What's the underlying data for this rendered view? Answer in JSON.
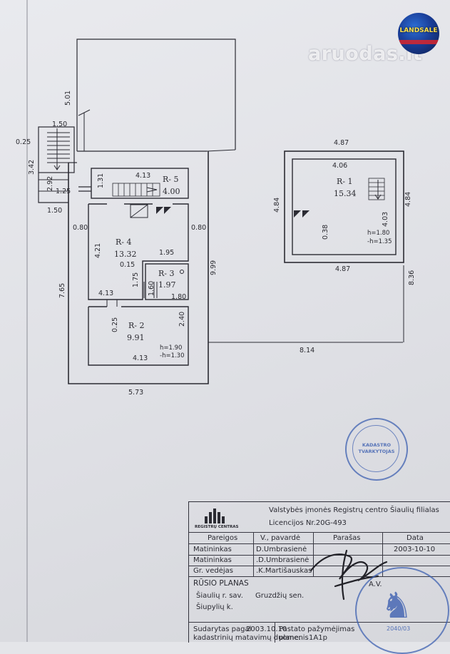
{
  "watermark": {
    "text": "aruodas.lt",
    "badge": "LANDSALE"
  },
  "plan": {
    "rooms": [
      {
        "id": "R- 5",
        "area": "4.00"
      },
      {
        "id": "R- 4",
        "area": "13.32"
      },
      {
        "id": "R- 3",
        "area": "1.97"
      },
      {
        "id": "R- 2",
        "area": "9.91",
        "h": "h=1.90",
        "h2": "-h=1.30"
      },
      {
        "id": "R- 1",
        "area": "15.34",
        "h": "h=1.80",
        "h2": "-h=1.35"
      }
    ],
    "dims": {
      "d501": "5.01",
      "d150a": "1.50",
      "d025a": "0.25",
      "d342": "3.42",
      "d292": "2.92",
      "d125": "1.25",
      "d150b": "1.50",
      "d413a": "4.13",
      "d131": "1.31",
      "d080a": "0.80",
      "d080b": "0.80",
      "d421": "4.21",
      "d195": "1.95",
      "d015": "0.15",
      "d175": "1.75",
      "d160": "1.60",
      "d180": "1.80",
      "d413b": "4.13",
      "d765": "7.65",
      "d999": "9.99",
      "d025b": "0.25",
      "d240": "2.40",
      "d413c": "4.13",
      "d573": "5.73",
      "d487a": "4.87",
      "d406": "4.06",
      "d484a": "4.84",
      "d484b": "4.84",
      "d403": "4.03",
      "d038": "0.38",
      "d487b": "4.87",
      "d836": "8.36",
      "d814": "8.14"
    }
  },
  "stamp_text": {
    "line1": "KADASTRO",
    "line2": "TVARKYTOJAS",
    "year": "2040/03"
  },
  "title_block": {
    "logo_caption": "REGISTRŲ CENTRAS",
    "org": "Valstybės įmonės Registrų centro Šiaulių filialas",
    "license": "Licencijos Nr.20G-493",
    "headers": {
      "role": "Pareigos",
      "name": "V., pavardė",
      "sign": "Parašas",
      "date": "Data"
    },
    "rows": [
      {
        "role": "Matininkas",
        "name": "D.Umbrasienė",
        "date": "2003-10-10"
      },
      {
        "role": "Matininkas",
        "name": ".D.Umbrasienė",
        "date": ""
      },
      {
        "role": "Gr. vedėjas",
        "name": ".K.Martišauskas",
        "date": ""
      }
    ],
    "plan_title": "RŪSIO PLANAS",
    "av": "A.V.",
    "municipality": "Šiaulių r. sav.",
    "eldership": "Gruzdžių sen.",
    "village": "Šiupylių k.",
    "compiled_label": "Sudarytas pagal",
    "compiled_date": "2003.10.10",
    "compiled_basis": "kadastrinių matavimų duomenis",
    "building_label": "Pastato pažymėjimas",
    "building_plan_label": "plane:",
    "building_code": "1A1p"
  }
}
